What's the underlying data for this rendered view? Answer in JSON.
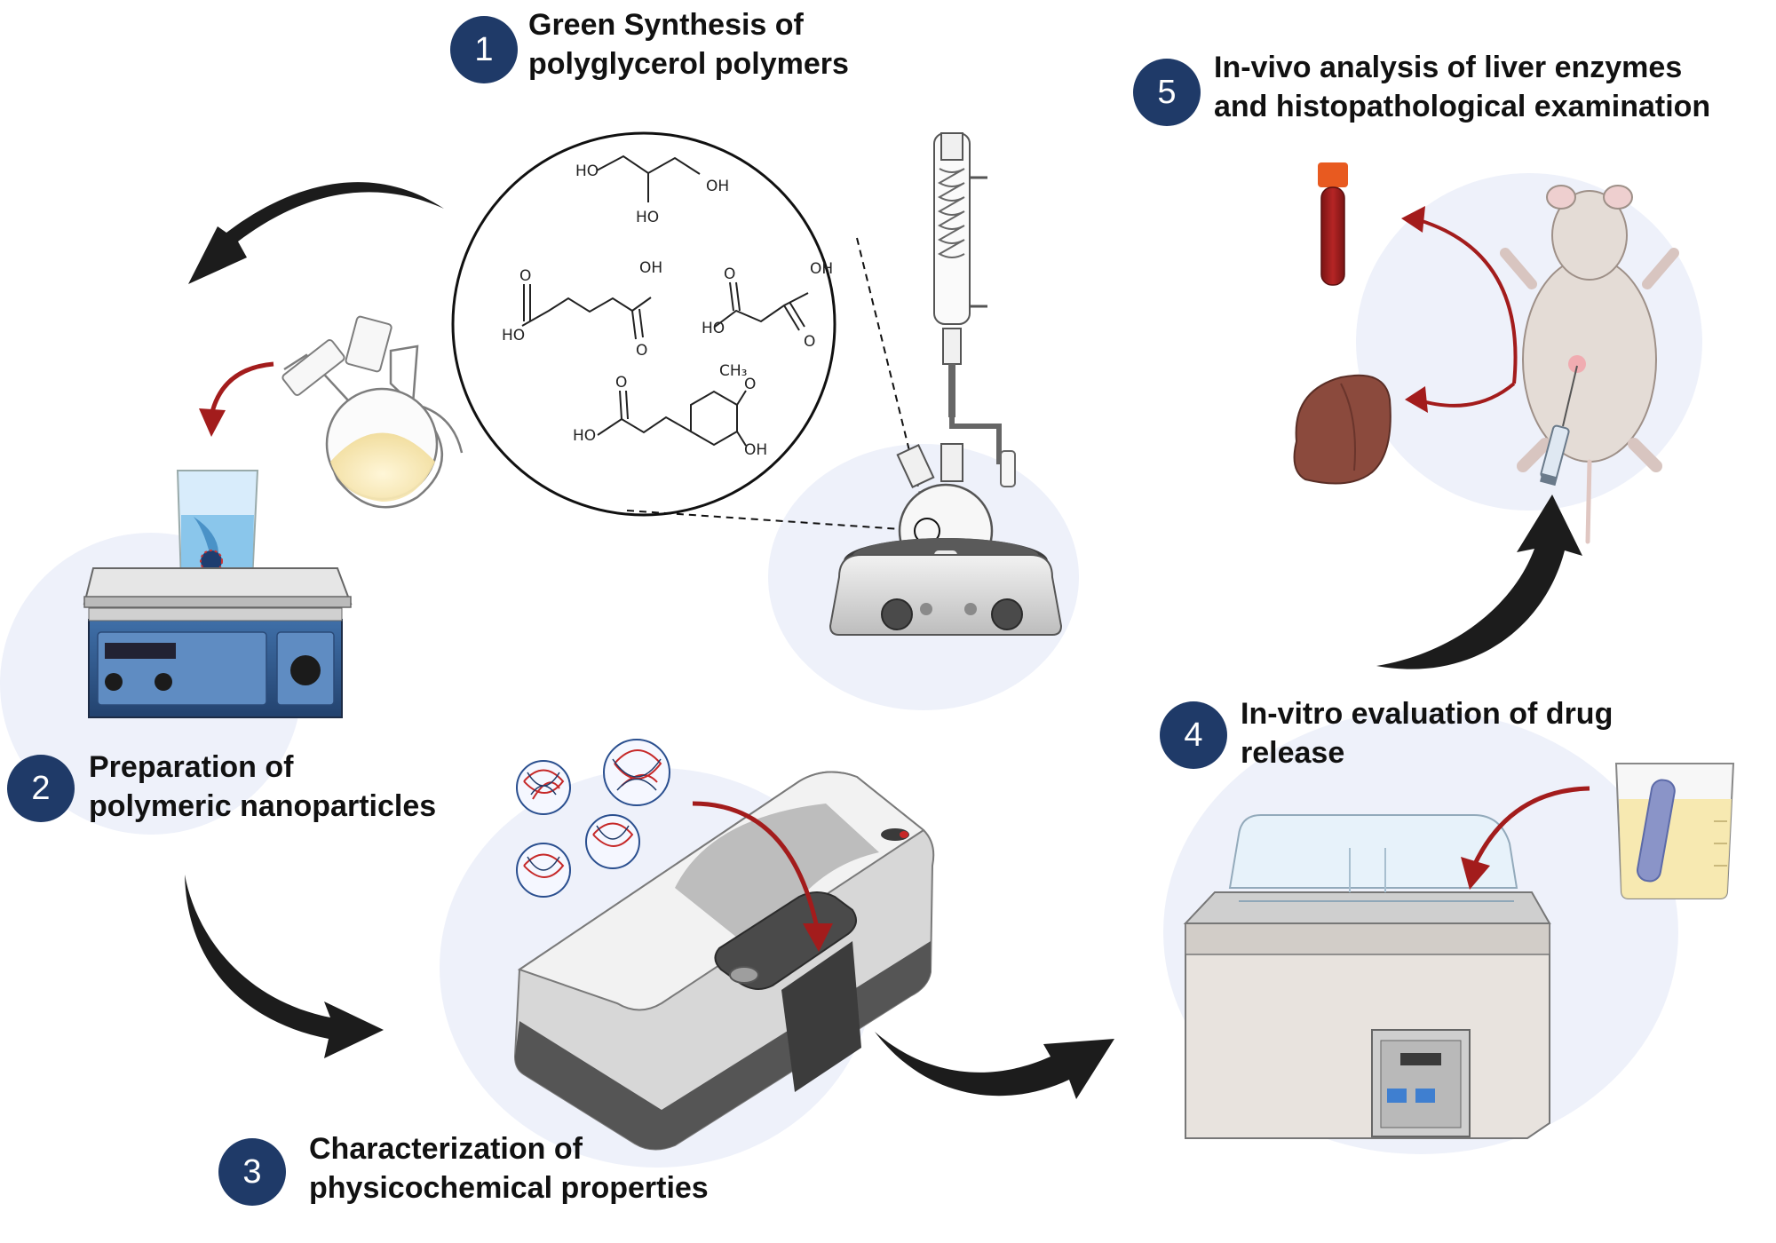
{
  "steps": [
    {
      "number": "1",
      "line1": "Green Synthesis of",
      "line2": "polyglycerol polymers"
    },
    {
      "number": "2",
      "line1": "Preparation of",
      "line2": "polymeric nanoparticles"
    },
    {
      "number": "3",
      "line1": "Characterization of",
      "line2": "physicochemical properties"
    },
    {
      "number": "4",
      "line1": "In-vitro evaluation of drug",
      "line2": "release"
    },
    {
      "number": "5",
      "line1": "In-vivo analysis of liver enzymes",
      "line2": "and histopathological examination"
    }
  ],
  "chemistry": {
    "glycerol": [
      "HO",
      "OH",
      "HO"
    ],
    "adipic_acid": [
      "O",
      "OH",
      "HO",
      "O"
    ],
    "succinic_acid": [
      "O",
      "OH",
      "HO",
      "O"
    ],
    "ferulic_acid": [
      "CH₃",
      "O",
      "HO",
      "O",
      "OH"
    ]
  },
  "colors": {
    "badge": "#1f3a68",
    "arrow": "#1c1c1c",
    "red_arrow": "#a31c1c",
    "halo": "#eef1fa"
  }
}
